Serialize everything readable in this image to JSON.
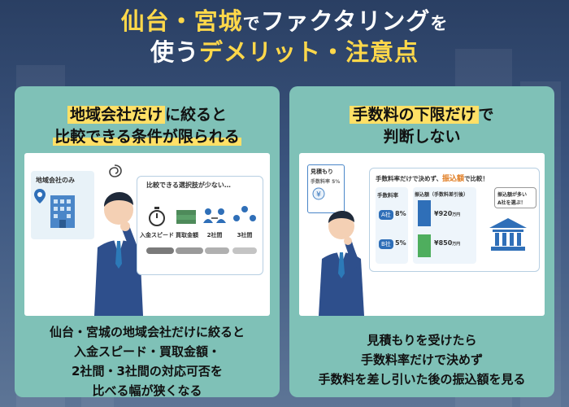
{
  "title": {
    "line1_a": "仙台・宮城",
    "line1_b": "で",
    "line1_c": "ファクタリング",
    "line1_d": "を",
    "line2_a": "使う",
    "line2_b": "デメリット・注意点"
  },
  "left": {
    "heading_l1_a": "地域会社だけ",
    "heading_l1_b": "に絞ると",
    "heading_l2": "比較できる条件が限られる",
    "illus": {
      "map_label": "地域会社のみ",
      "box_title": "比較できる選択肢が少ない…",
      "items": [
        "入金スピード",
        "買取金額",
        "2社間",
        "3社間"
      ]
    },
    "body": [
      "仙台・宮城の地域会社だけに絞ると",
      "入金スピード・買取金額・",
      "2社間・3社間の対応可否を",
      "比べる幅が狭くなる"
    ]
  },
  "right": {
    "heading_l1_a": "手数料の下限だけ",
    "heading_l1_b": "で",
    "heading_l2": "判断しない",
    "illus": {
      "paper_title": "見積もり",
      "paper_sub": "手数料率 5%",
      "top_a": "手数料率だけで決めず、",
      "top_b": "振込額",
      "top_c": "で比較！",
      "col1_head": "手数料率",
      "col2_head": "振込額（手数料差引後）",
      "row_a_label": "A社",
      "row_a_rate": "8%",
      "row_a_amount": "¥920",
      "row_b_label": "B社",
      "row_b_rate": "5%",
      "row_b_amount": "¥850",
      "unit": "万円",
      "bubble_l1": "振込額が多い",
      "bubble_l2": "A社を選ぶ！"
    },
    "body": [
      "見積もりを受けたら",
      "手数料率だけで決めず",
      "手数料を差し引いた後の振込額を見る"
    ]
  }
}
